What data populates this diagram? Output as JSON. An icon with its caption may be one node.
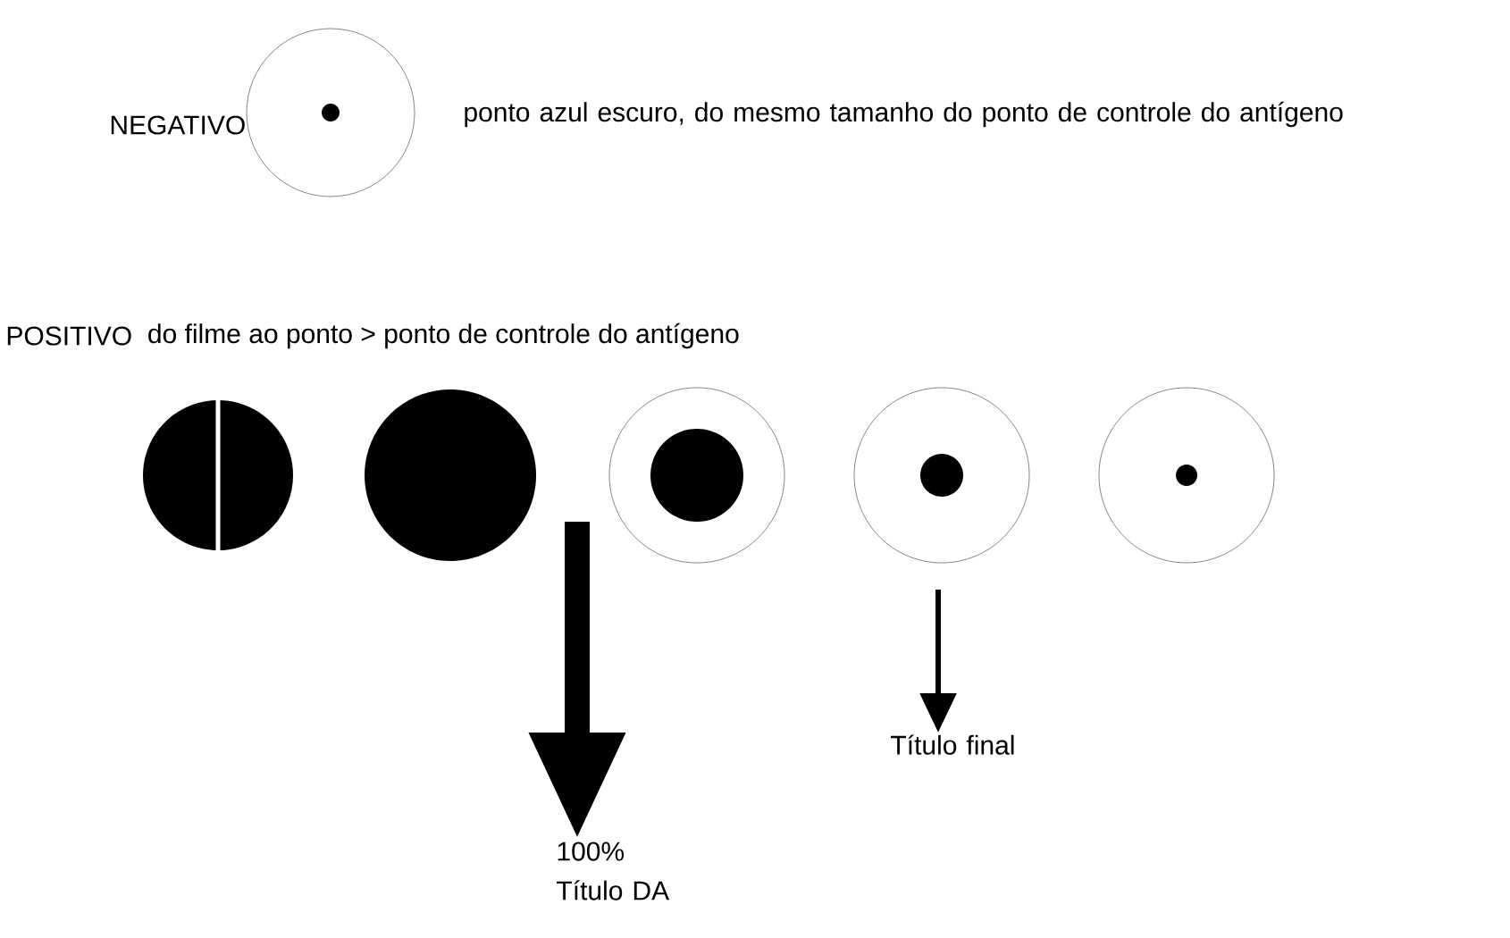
{
  "diagram": {
    "nodes": [
      {
        "text": [],
        "shape": "circle"
      },
      {
        "text": [],
        "shape": "circle"
      },
      {
        "text": [],
        "shape": "circle"
      },
      {
        "text": [],
        "shape": "circle"
      },
      {
        "text": [],
        "shape": "circle"
      },
      {
        "text": [],
        "shape": "circle"
      },
      {
        "text": [
          "100% Título DA"
        ]
      },
      {
        "text": [
          "Título final"
        ]
      }
    ],
    "edges": [
      {
        "from": null,
        "to": 6,
        "arrow": "to",
        "style": "thick"
      },
      {
        "from": null,
        "to": 7,
        "arrow": "to"
      }
    ],
    "labels": [
      "NEGATIVO",
      "ponto azul escuro, do mesmo tamanho do ponto de controle do antígeno",
      "POSITIVO",
      "do filme ao ponto > ponto de controle do antígeno"
    ]
  }
}
